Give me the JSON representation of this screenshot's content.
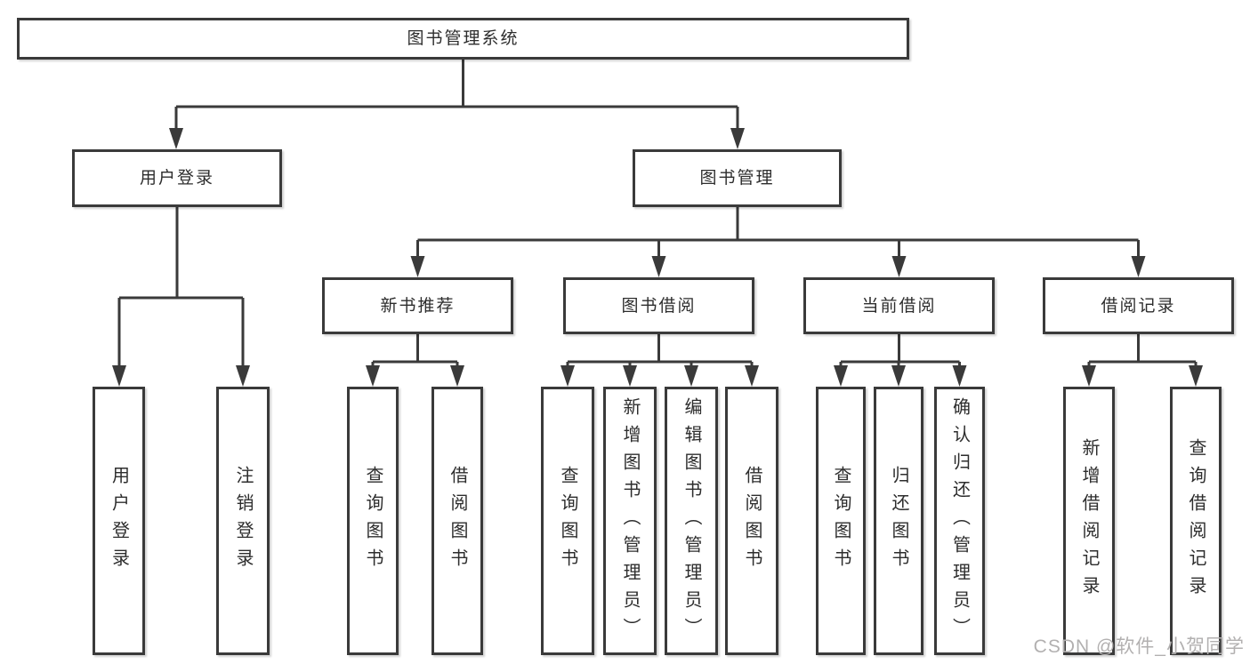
{
  "colors": {
    "line": "#3a3a3a",
    "text": "#2d2d2d",
    "box_bg": "#ffffff",
    "watermark": "#b2b0b0",
    "background": "#ffffff"
  },
  "tree": {
    "root": {
      "label": "图书管理系统"
    },
    "branches": [
      {
        "label": "用户登录",
        "children": [
          {
            "label": "用户登录"
          },
          {
            "label": "注销登录"
          }
        ]
      },
      {
        "label": "图书管理",
        "children": [
          {
            "label": "新书推荐",
            "children": [
              {
                "label": "查询图书"
              },
              {
                "label": "借阅图书"
              }
            ]
          },
          {
            "label": "图书借阅",
            "children": [
              {
                "label": "查询图书"
              },
              {
                "label": "新增图书（管理员）"
              },
              {
                "label": "编辑图书（管理员）"
              },
              {
                "label": "借阅图书"
              }
            ]
          },
          {
            "label": "当前借阅",
            "children": [
              {
                "label": "查询图书"
              },
              {
                "label": "归还图书"
              },
              {
                "label": "确认归还（管理员）"
              }
            ]
          },
          {
            "label": "借阅记录",
            "children": [
              {
                "label": "新增借阅记录"
              },
              {
                "label": "查询借阅记录"
              }
            ]
          }
        ]
      }
    ]
  },
  "watermark": {
    "text": "CSDN @软件_小贺同学"
  }
}
